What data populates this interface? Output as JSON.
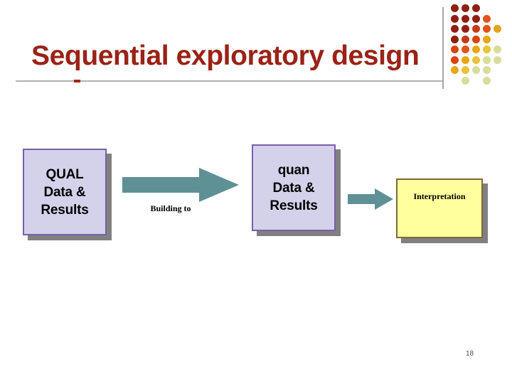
{
  "slide": {
    "title": "Sequential exploratory design",
    "page_number": "18",
    "title_color": "#9a2216",
    "accent_teal": "#5f9095",
    "box_fill_lavender": "#d3d2ea",
    "box_border_purple": "#7b5fa8",
    "box_fill_yellow": "#ffff9e",
    "box_border_olive": "#7d6a33",
    "shadow_color": "#808080"
  },
  "diagram": {
    "boxes": [
      {
        "id": "qual",
        "lines": [
          "QUAL",
          "Data &",
          "Results"
        ]
      },
      {
        "id": "quan",
        "lines": [
          "quan",
          "Data &",
          "Results"
        ]
      },
      {
        "id": "interpretation",
        "lines": [
          "Interpretation"
        ]
      }
    ],
    "arrows": [
      {
        "id": "building-to",
        "label": "Building to"
      },
      {
        "id": "to-interpretation",
        "label": ""
      }
    ]
  },
  "decor": {
    "dot_colors": [
      [
        "#8f1f10",
        "#8f1f10",
        "#8f1f10",
        "",
        "",
        ""
      ],
      [
        "#8f1f10",
        "#8f1f10",
        "#8f1f10",
        "#e0531a",
        "",
        ""
      ],
      [
        "#8f1f10",
        "#8f1f10",
        "#c43a12",
        "#e0531a",
        "#e2a517",
        ""
      ],
      [
        "#8f1f10",
        "#c43a12",
        "#d8450f",
        "#e8a712",
        "",
        ""
      ],
      [
        "#d8450f",
        "#e0531a",
        "#e8a712",
        "#e8c23a",
        "#d8dd9a",
        ""
      ],
      [
        "#d8450f",
        "#e8a712",
        "#e8c23a",
        "#d8dd9a",
        "#d8dd9a",
        ""
      ],
      [
        "#e8a712",
        "#e8c23a",
        "#d8dd9a",
        "#d8dd9a",
        "",
        ""
      ],
      [
        "",
        "#d8dd9a",
        "",
        "#d8dd9a",
        "",
        ""
      ]
    ]
  }
}
